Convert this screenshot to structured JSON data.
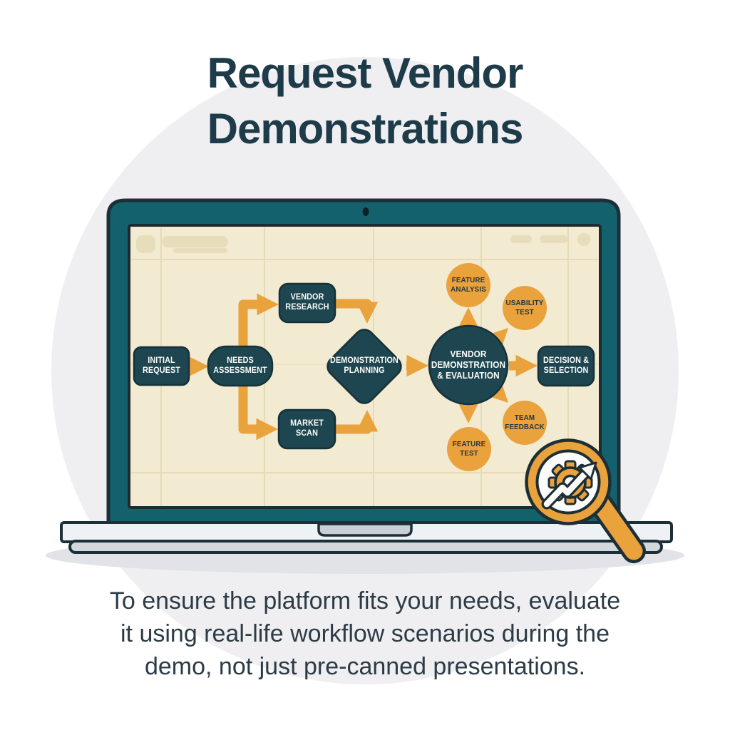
{
  "title": {
    "text": "Request Vendor\nDemonstrations"
  },
  "caption": {
    "text": "To ensure the platform fits your needs, evaluate\nit using real-life workflow scenarios during the\ndemo, not just pre-canned presentations."
  },
  "flowchart": {
    "nodes": {
      "initial_request": {
        "label": "INITIAL\nREQUEST",
        "shape": "rounded-rect"
      },
      "needs_assessment": {
        "label": "NEEDS\nASSESSMENT",
        "shape": "pill"
      },
      "vendor_research": {
        "label": "VENDOR\nRESEARCH",
        "shape": "rounded-rect"
      },
      "market_scan": {
        "label": "MARKET\nSCAN",
        "shape": "rounded-rect"
      },
      "demonstration_planning": {
        "label": "DEMONSTRATION\nPLANNING",
        "shape": "diamond"
      },
      "vendor_demo_eval": {
        "label": "VENDOR\nDEMONSTRATION\n& EVALUATION",
        "shape": "circle"
      },
      "decision_selection": {
        "label": "DECISION &\nSELECTION",
        "shape": "rounded-rect"
      },
      "feature_analysis": {
        "label": "FEATURE\nANALYSIS",
        "shape": "orange-circle"
      },
      "usability_test": {
        "label": "USABILITY\nTEST",
        "shape": "orange-circle"
      },
      "team_feedback": {
        "label": "TEAM\nFEEDBACK",
        "shape": "orange-circle"
      },
      "feature_test": {
        "label": "FEATURE\nTEST",
        "shape": "orange-circle"
      }
    }
  },
  "icons": {
    "magnifier": "magnifier-gear-trend-arrow-icon",
    "webcam": "webcam-dot-icon"
  },
  "colors": {
    "accent_orange": "#E9A23C",
    "node_dark_teal": "#1E4650",
    "laptop_bezel_teal": "#14616E",
    "outline_dark": "#1C2F36",
    "screen_cream": "#F2EAD1",
    "title_teal": "#1E3B49",
    "background_circle_gray": "#EFEFF2"
  }
}
